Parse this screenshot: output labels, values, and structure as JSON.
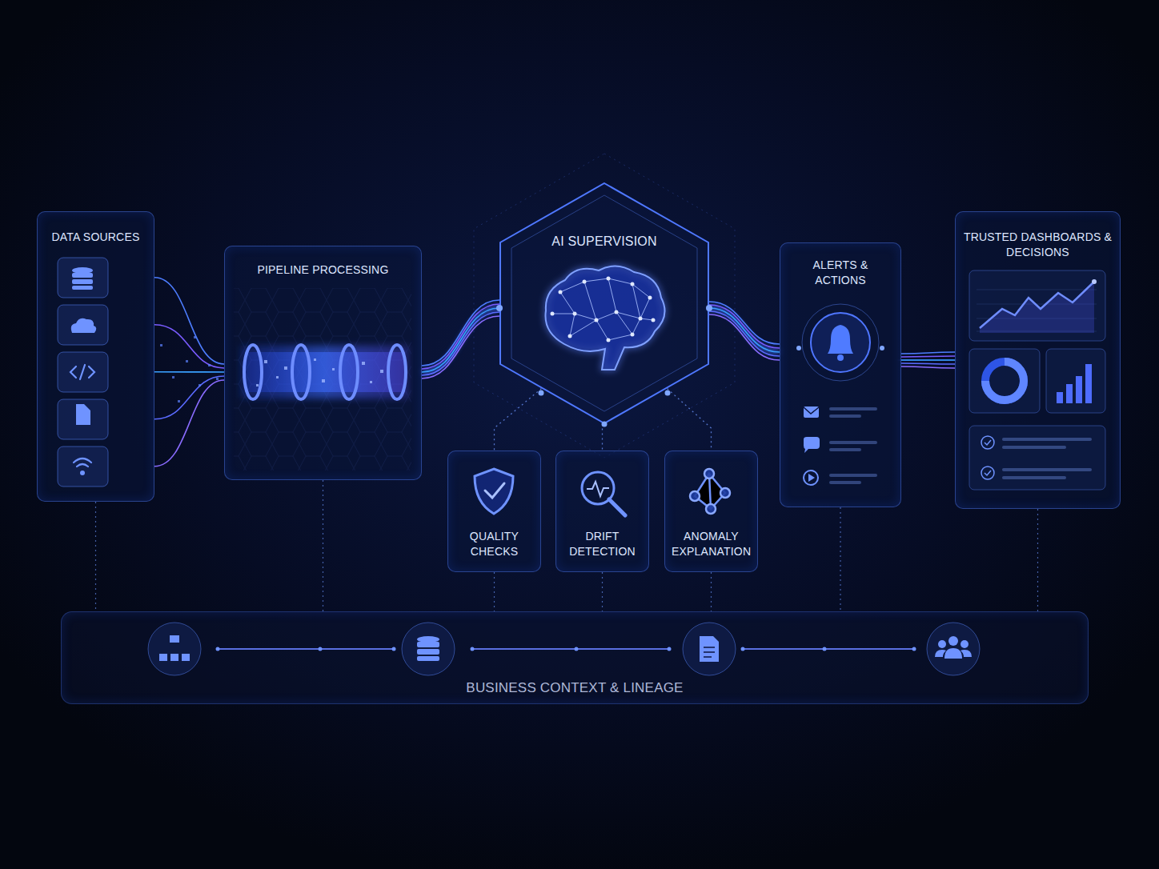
{
  "diagram": {
    "nodes": [
      {
        "text": [
          "DATA SOURCES"
        ]
      },
      {
        "text": [
          "PIPELINE PROCESSING"
        ]
      },
      {
        "text": [
          "AI SUPERVISION"
        ]
      },
      {
        "text": [
          "QUALITY CHECKS"
        ]
      },
      {
        "text": [
          "DRIFT DETECTION"
        ]
      },
      {
        "text": [
          "ANOMALY EXPLANATION"
        ]
      },
      {
        "text": [
          "ALERTS & ACTIONS"
        ]
      },
      {
        "text": [
          "TRUSTED DASHBOARDS & DECISIONS"
        ]
      },
      {
        "text": [
          "BUSINESS CONTEXT & LINEAGE"
        ]
      }
    ],
    "edges": [
      {
        "from": 0,
        "to": 1,
        "arrow": "none"
      },
      {
        "from": 1,
        "to": 2,
        "arrow": "none"
      },
      {
        "from": 2,
        "to": 3,
        "arrow": "none"
      },
      {
        "from": 2,
        "to": 4,
        "arrow": "none"
      },
      {
        "from": 2,
        "to": 5,
        "arrow": "none"
      },
      {
        "from": 2,
        "to": 6,
        "arrow": "none"
      },
      {
        "from": 6,
        "to": 7,
        "arrow": "none"
      },
      {
        "from": 0,
        "to": 8,
        "arrow": "none"
      },
      {
        "from": 1,
        "to": 8,
        "arrow": "none"
      },
      {
        "from": 3,
        "to": 8,
        "arrow": "none"
      },
      {
        "from": 4,
        "to": 8,
        "arrow": "none"
      },
      {
        "from": 5,
        "to": 8,
        "arrow": "none"
      },
      {
        "from": 6,
        "to": 8,
        "arrow": "none"
      },
      {
        "from": 7,
        "to": 8,
        "arrow": "none"
      }
    ]
  }
}
